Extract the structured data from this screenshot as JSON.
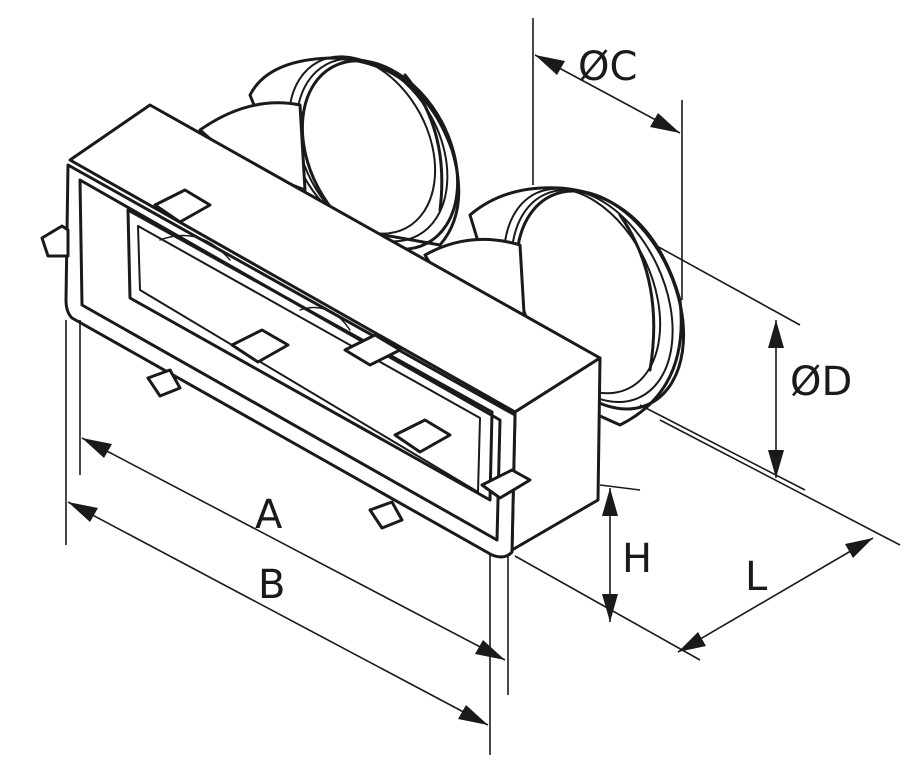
{
  "labels": {
    "dim_a": "A",
    "dim_b": "B",
    "dim_h": "H",
    "dim_l": "L",
    "dim_c": "ØC",
    "dim_d": "ØD"
  },
  "colors": {
    "stroke": "#1a1a1a",
    "background": "#ffffff"
  }
}
